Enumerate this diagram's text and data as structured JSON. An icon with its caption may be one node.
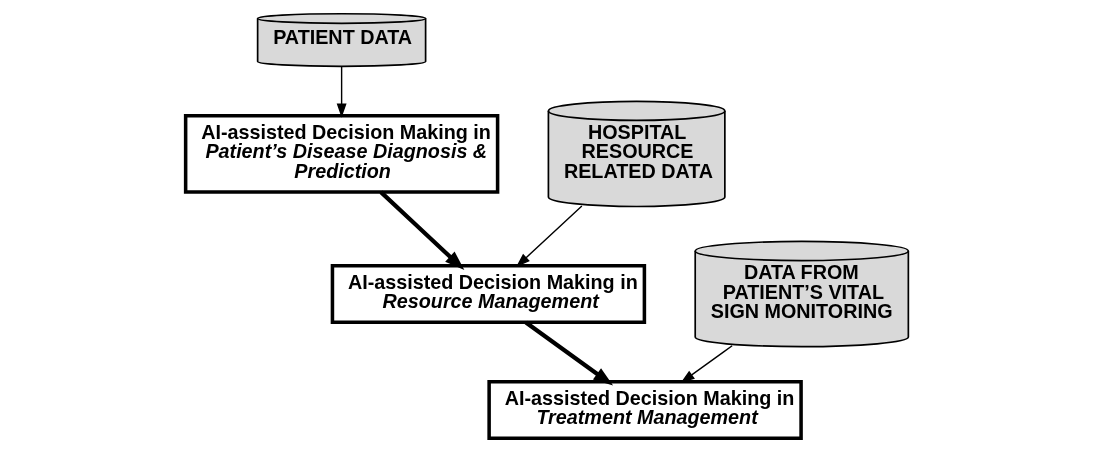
{
  "diagram": {
    "nodes": [
      {
        "text": [
          "PATIENT DATA"
        ]
      },
      {
        "text": [
          "AI-assisted Decision Making in *Patient’s Disease Diagnosis & Prediction*"
        ]
      },
      {
        "text": [
          "HOSPITAL RESOURCE RELATED DATA"
        ]
      },
      {
        "text": [
          "AI-assisted Decision Making in *Resource Management*"
        ]
      },
      {
        "text": [
          "DATA FROM PATIENT’S VITAL SIGN MONITORING"
        ]
      },
      {
        "text": [
          "AI-assisted Decision Making in *Treatment Management*"
        ]
      }
    ],
    "edges": [
      {
        "from": 0,
        "to": 1,
        "arrow": "to"
      },
      {
        "from": 1,
        "to": 3,
        "arrow": "to",
        "style": "thick"
      },
      {
        "from": 2,
        "to": 3,
        "arrow": "to"
      },
      {
        "from": 3,
        "to": 5,
        "arrow": "to",
        "style": "thick"
      },
      {
        "from": 4,
        "to": 5,
        "arrow": "to"
      }
    ]
  }
}
